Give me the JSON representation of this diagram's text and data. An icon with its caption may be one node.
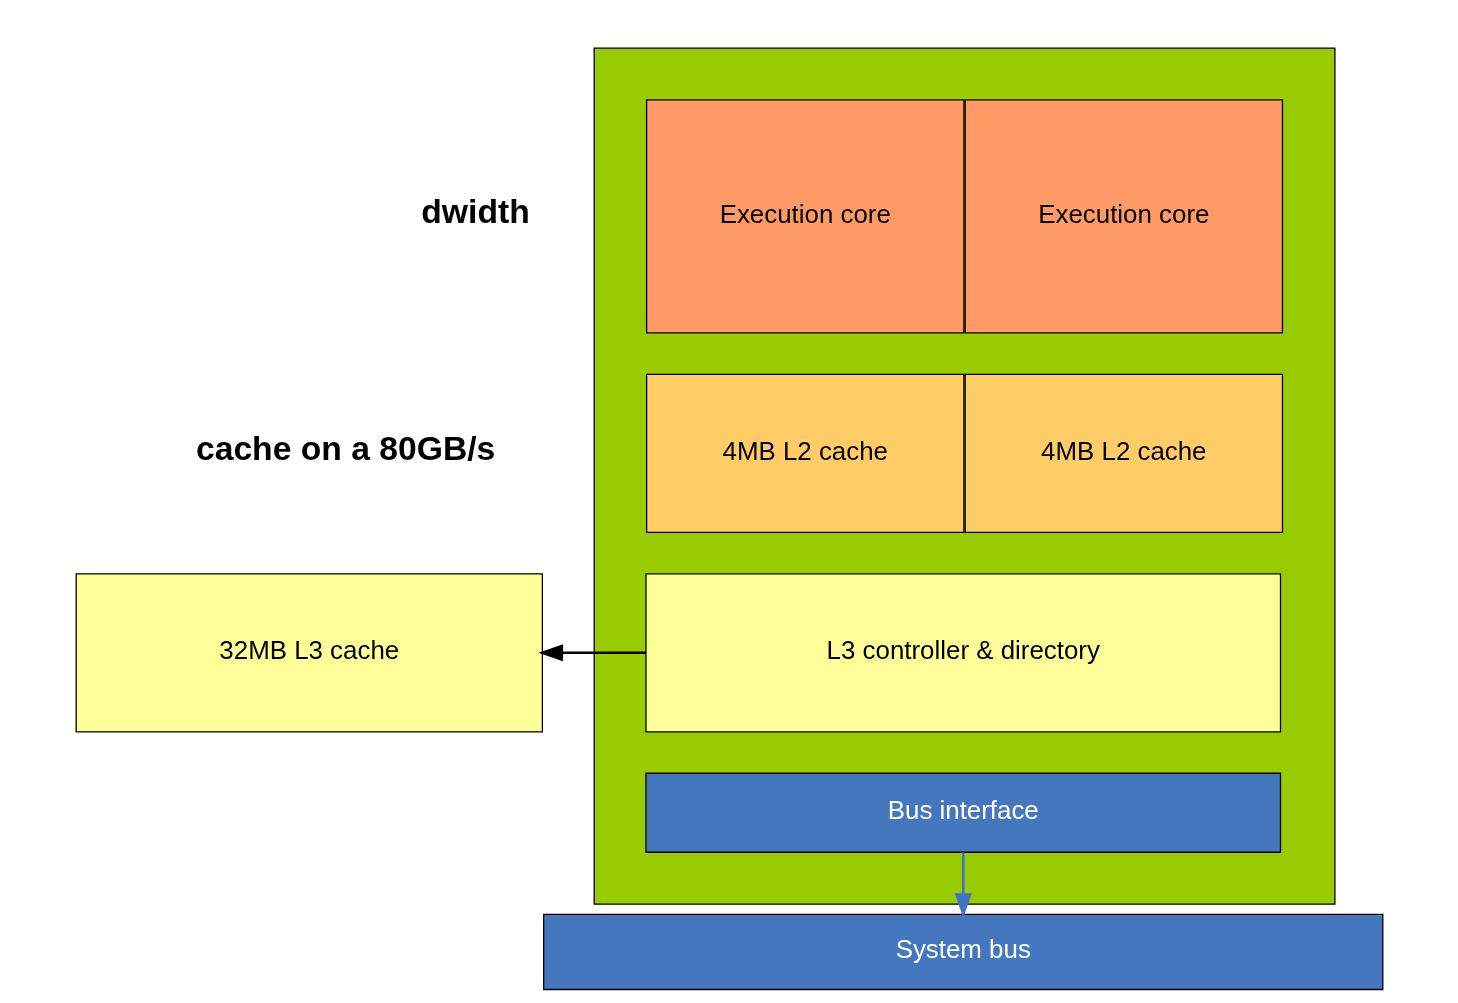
{
  "diagram": {
    "nodes": [
      {
        "text": [],
        "shape": "box"
      },
      {
        "text": [
          "Execution core"
        ],
        "in": 0
      },
      {
        "text": [
          "Execution core"
        ],
        "in": 0
      },
      {
        "text": [
          "4MB L2 cache"
        ],
        "in": 0
      },
      {
        "text": [
          "4MB L2 cache"
        ],
        "in": 0
      },
      {
        "text": [
          "L3 controller & directory"
        ],
        "in": 0
      },
      {
        "text": [
          "Bus interface"
        ],
        "in": 0
      },
      {
        "text": [
          "32MB L3 cache"
        ]
      },
      {
        "text": [
          "System bus"
        ]
      }
    ],
    "edges": [
      {
        "from": 5,
        "to": 7,
        "arrow": "to"
      },
      {
        "from": 6,
        "to": 8,
        "arrow": "to",
        "color": "#4472c4"
      }
    ],
    "labels": [
      "dwidth",
      "cache on a 80GB/s"
    ]
  }
}
